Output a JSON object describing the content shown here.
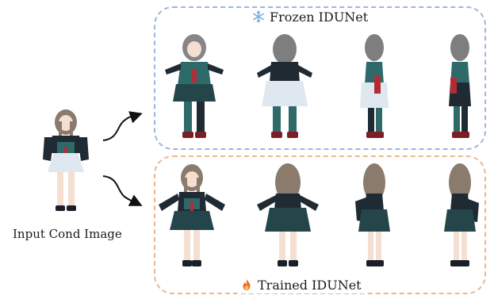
{
  "labels": {
    "frozen": "Frozen IDUNet",
    "trained": "Trained IDUNet",
    "input": "Input Cond Image"
  },
  "icons": {
    "frozen": "snowflake-icon",
    "trained": "fire-icon"
  },
  "colors": {
    "frozen_border": "#9fb5dd",
    "trained_border": "#f0b68b",
    "hair": "#8a7b6c",
    "outfit_dark": "#1f2a33",
    "outfit_teal": "#2f6a6a",
    "accent_red": "#b42c33",
    "skirt_light": "#dfe7f0",
    "skin": "#f4dfd2"
  }
}
